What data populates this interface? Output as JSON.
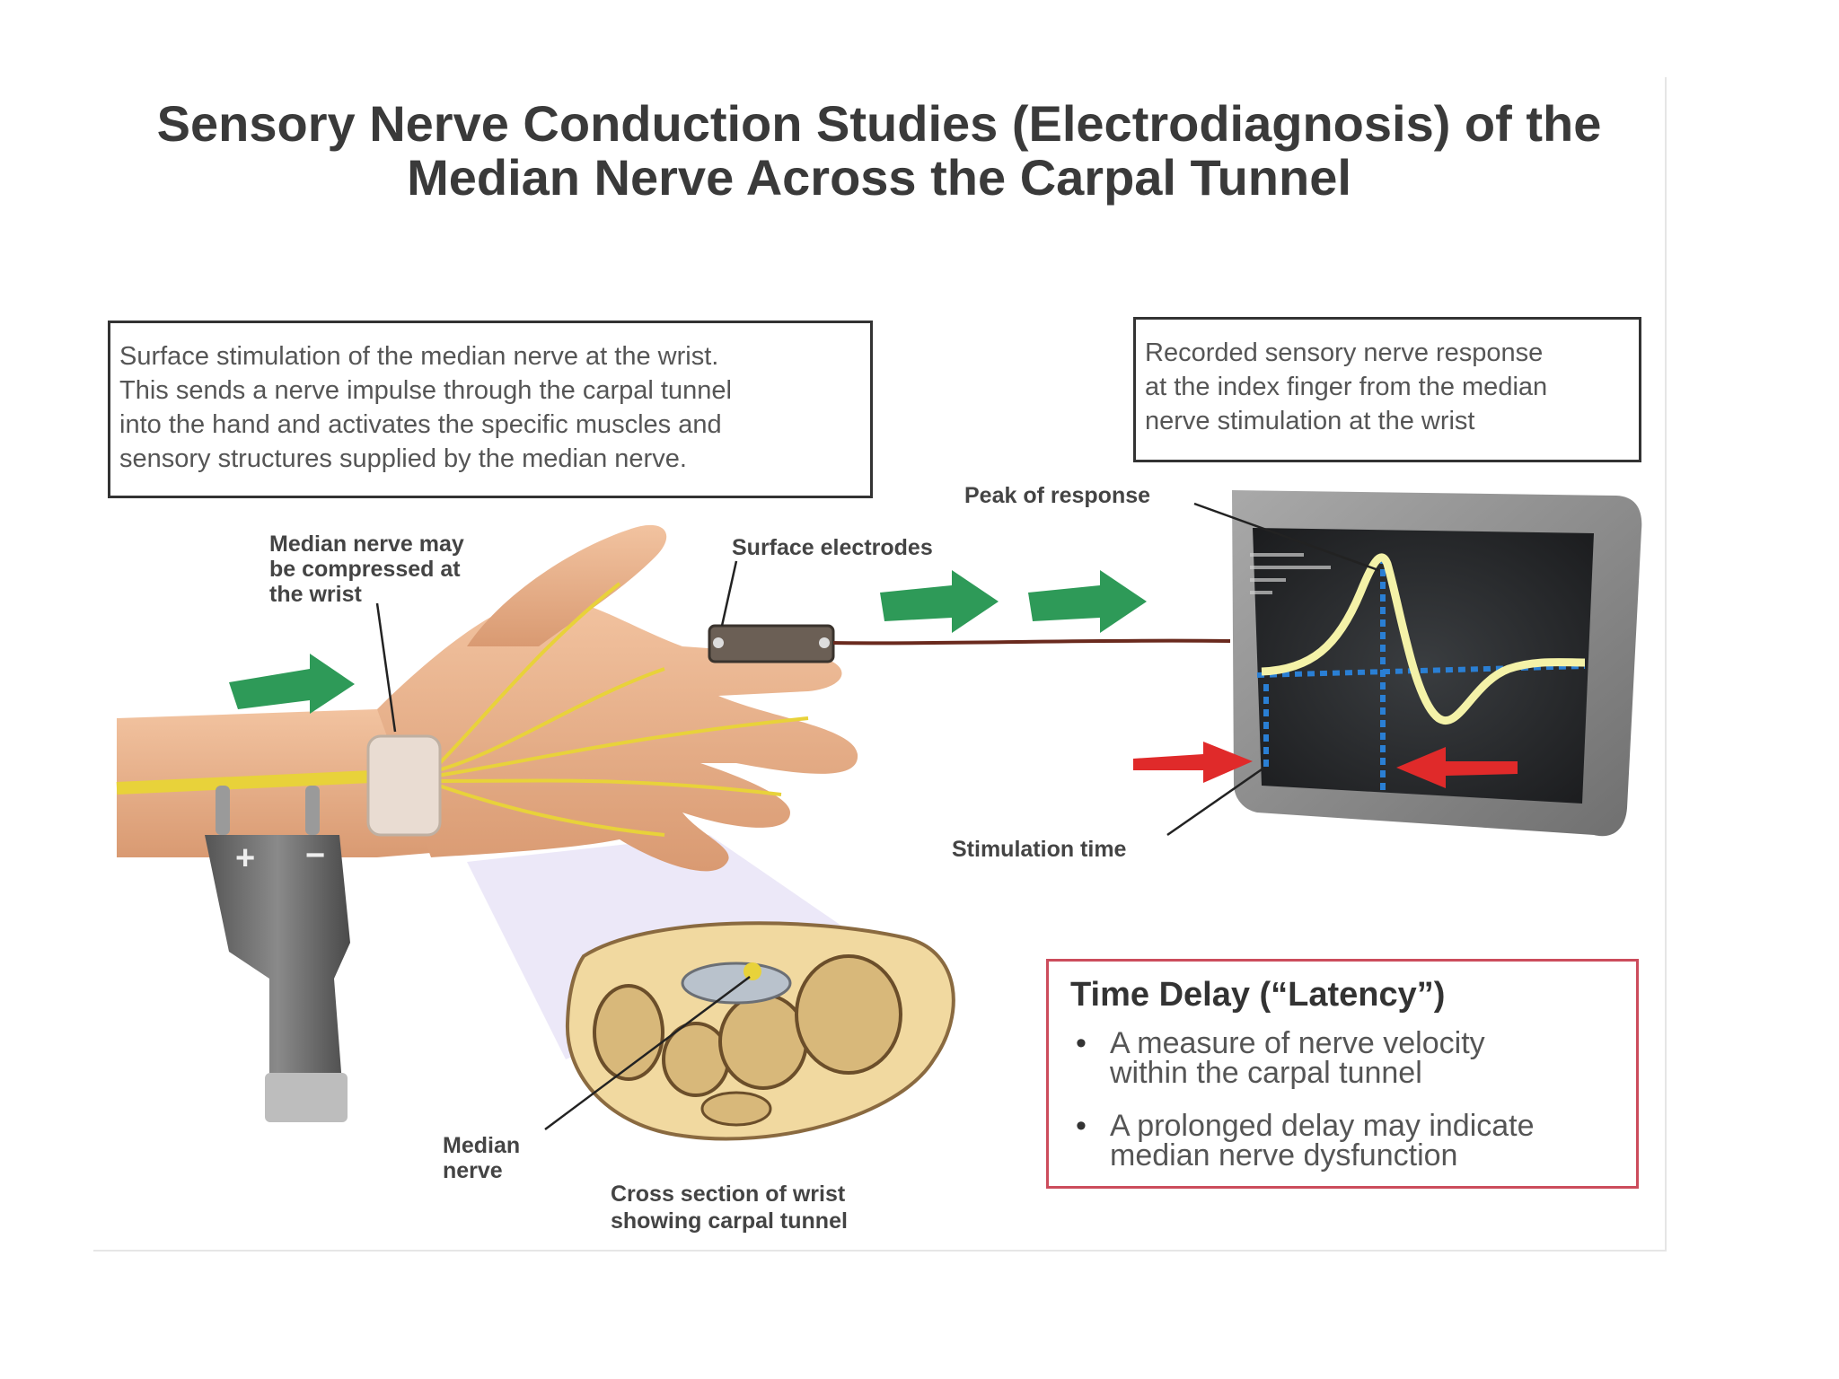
{
  "title": {
    "line1": "Sensory Nerve Conduction Studies (Electrodiagnosis) of the",
    "line2": "Median Nerve Across the Carpal Tunnel"
  },
  "stimulation_box": {
    "line1": "Surface stimulation of the median nerve at the wrist.",
    "line2": "This sends a nerve impulse through the carpal tunnel",
    "line3": "into the hand and activates the specific muscles and",
    "line4": "sensory structures supplied by the median nerve."
  },
  "response_box": {
    "line1": "Recorded sensory nerve response",
    "line2": "at the index finger from the median",
    "line3": "nerve stimulation at the wrist"
  },
  "labels": {
    "peak": "Peak of response",
    "electrodes": "Surface electrodes",
    "compressed_line1": "Median nerve may",
    "compressed_line2": "be compressed at",
    "compressed_line3": "the wrist",
    "stimulation_time": "Stimulation time",
    "median_line1": "Median",
    "median_line2": "nerve",
    "cross_line1": "Cross section of wrist",
    "cross_line2": "showing carpal tunnel",
    "plus": "+",
    "minus": "−"
  },
  "latency": {
    "title": "Time Delay (“Latency”)",
    "bullet1_line1": "A measure of nerve velocity",
    "bullet1_line2": "within the carpal tunnel",
    "bullet2_line1": "A prolonged delay may indicate",
    "bullet2_line2": "median nerve dysfunction"
  },
  "colors": {
    "arrow_green": "#2e9a58",
    "arrow_red": "#e02a2a",
    "trace": "#f4f2a8",
    "grid_blue": "#2a7fd4",
    "nerve_yellow": "#e8d23a",
    "latency_border": "#cc4c5c"
  }
}
